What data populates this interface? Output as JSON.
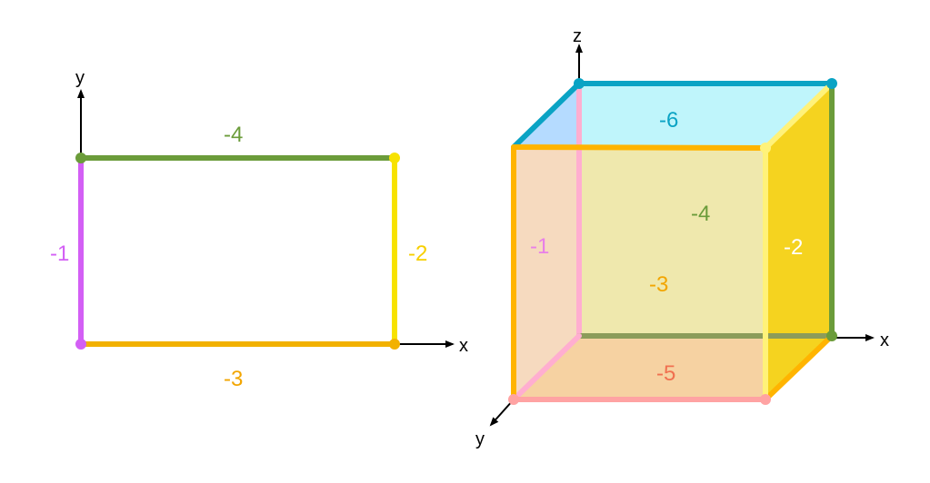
{
  "rectangle": {
    "axes": {
      "x": "x",
      "y": "y"
    },
    "edges": [
      {
        "id": "edge-left",
        "label": "-1",
        "color": "#d35ff5"
      },
      {
        "id": "edge-right",
        "label": "-2",
        "color": "#f7e200"
      },
      {
        "id": "edge-bottom",
        "label": "-3",
        "color": "#f2b100"
      },
      {
        "id": "edge-top",
        "label": "-4",
        "color": "#6b9c3a"
      }
    ]
  },
  "cube": {
    "axes": {
      "x": "x",
      "y": "y",
      "z": "z"
    },
    "faces": [
      {
        "id": "face-left",
        "label": "-1",
        "label_color": "#e87fe8",
        "fill": "#ffc9d6"
      },
      {
        "id": "face-right",
        "label": "-2",
        "label_color": "#ffffff",
        "fill": "#f5d31f"
      },
      {
        "id": "face-front",
        "label": "-3",
        "label_color": "#f2a500",
        "fill": "#efe8ad"
      },
      {
        "id": "face-back",
        "label": "-4",
        "label_color": "#6b9c3a",
        "fill": "#efe8ad"
      },
      {
        "id": "face-bottom",
        "label": "-5",
        "label_color": "#f07050",
        "fill": "#ffb894"
      },
      {
        "id": "face-top",
        "label": "-6",
        "label_color": "#0aa3c4",
        "fill": "#bff5fb"
      }
    ],
    "edge_colors": {
      "top": "#0aa3c4",
      "front_top": "#ffb400",
      "front_left": "#ffb400",
      "front_right": "#fff27a",
      "front_bottom": "#ffa3a3",
      "back_right": "#6b9c3a",
      "back_bottom": "#8c9c5a",
      "back_left_inner": "#ffaed0",
      "right_top": "#fff27a"
    }
  }
}
